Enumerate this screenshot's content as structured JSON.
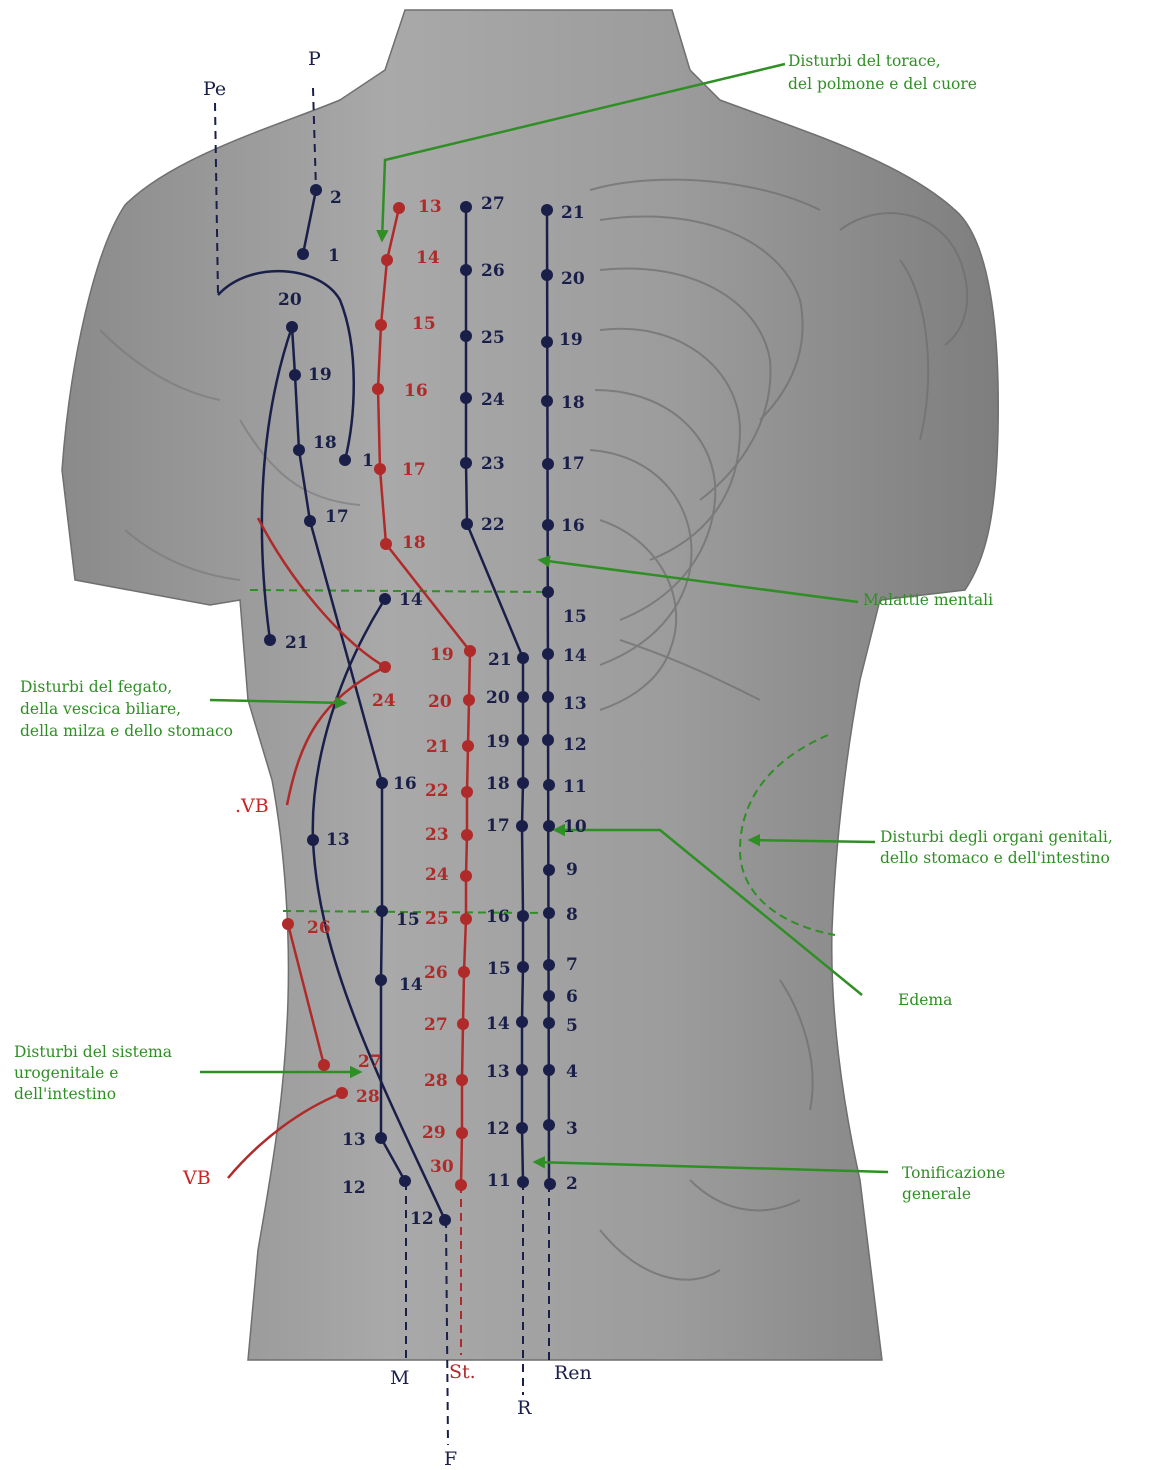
{
  "colors": {
    "navy": "#1a1f4a",
    "red": "#b02a2a",
    "green": "#2f8f25",
    "body": "#9a9a9a",
    "body_shadow": "#7d7d7d",
    "background": "#ffffff"
  },
  "meridian_labels": {
    "Pe": "Pe",
    "P": "P",
    "M": "M",
    "F": "F",
    "St": "St.",
    "R": "R",
    "Ren": "Ren",
    "VB_upper": ".VB",
    "VB_lower": "VB"
  },
  "annotations": {
    "torace_1": "Disturbi del torace,",
    "torace_2": "del polmone e del cuore",
    "mentali": "Malattie mentali",
    "fegato_1": "Disturbi del fegato,",
    "fegato_2": "della vescica biliare,",
    "fegato_3": "della milza e dello stomaco",
    "genitali_1": "Disturbi degli organi genitali,",
    "genitali_2": "dello stomaco e dell'intestino",
    "edema": "Edema",
    "urogenitale_1": "Disturbi del sistema",
    "urogenitale_2": "urogenitale e",
    "urogenitale_3": "dell'intestino",
    "tonificazione_1": "Tonificazione",
    "tonificazione_2": "generale"
  },
  "points": {
    "lung": [
      "2",
      "1"
    ],
    "pericardium": [
      "1"
    ],
    "liver": [
      "14",
      "13",
      "12"
    ],
    "gallbladder": [
      "24",
      "26",
      "27",
      "28"
    ],
    "spleen": [
      "20",
      "19",
      "18",
      "17",
      "21",
      "16",
      "15",
      "14",
      "13",
      "12"
    ],
    "stomach": [
      "13",
      "14",
      "15",
      "16",
      "17",
      "18",
      "19",
      "20",
      "21",
      "22",
      "23",
      "24",
      "25",
      "26",
      "27",
      "28",
      "29",
      "30"
    ],
    "kidney": [
      "27",
      "26",
      "25",
      "24",
      "23",
      "22",
      "21",
      "20",
      "19",
      "18",
      "17",
      "16",
      "15",
      "14",
      "13",
      "12",
      "11"
    ],
    "ren": [
      "21",
      "20",
      "19",
      "18",
      "17",
      "16",
      "15",
      "14",
      "13",
      "12",
      "11",
      "10",
      "9",
      "8",
      "7",
      "6",
      "5",
      "4",
      "3",
      "2"
    ]
  }
}
